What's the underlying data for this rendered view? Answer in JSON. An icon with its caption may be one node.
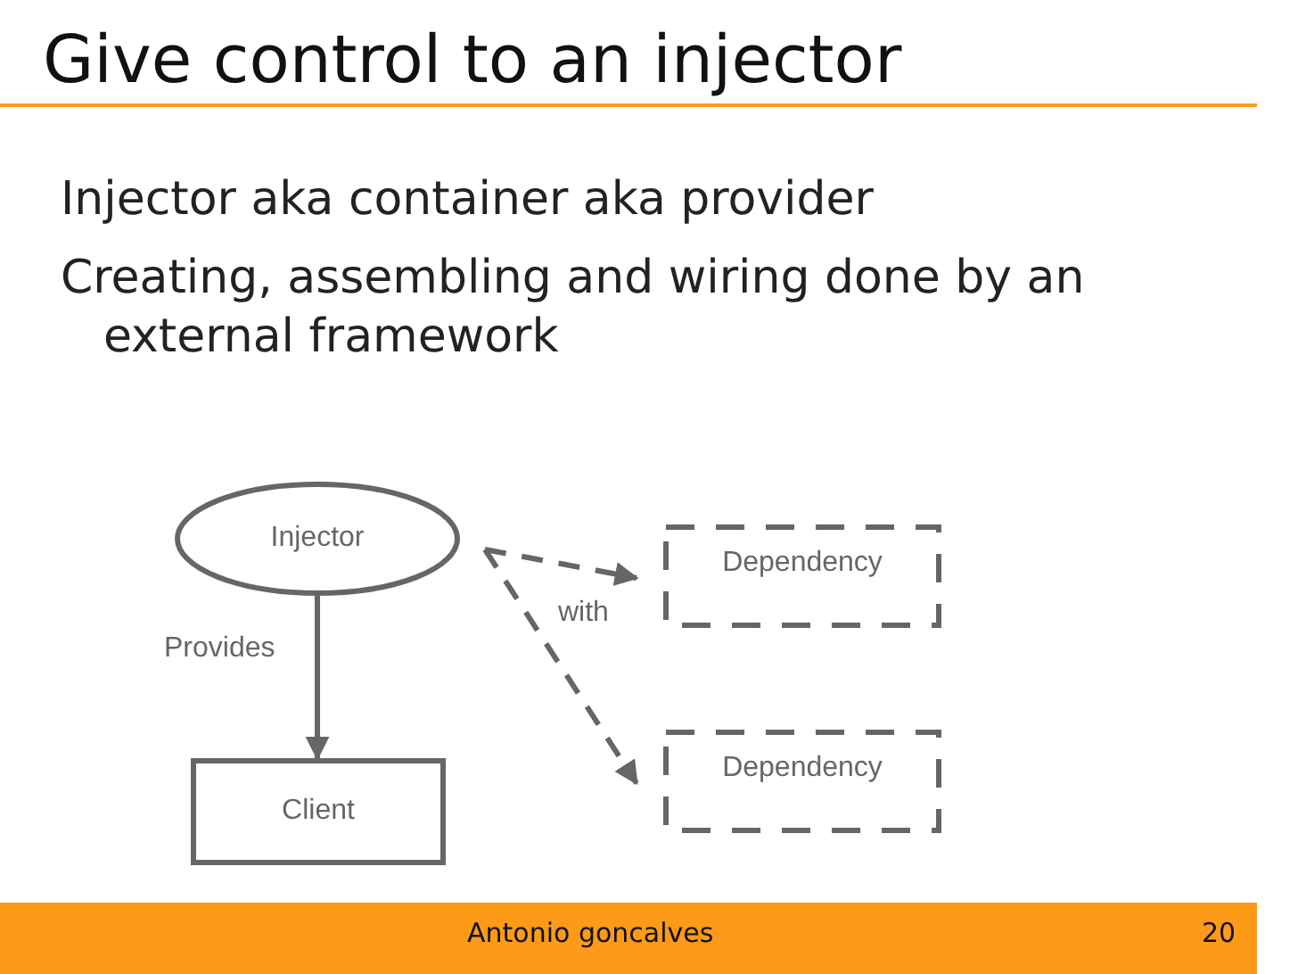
{
  "diagram": {
    "title": "Give control to an injector",
    "nodes": [
      {
        "text": [
          "Injector"
        ]
      },
      {
        "text": [
          "Client"
        ]
      },
      {
        "text": [
          "Dependency"
        ]
      },
      {
        "text": [
          "Dependency"
        ]
      }
    ],
    "edges": [
      {
        "from": 0,
        "to": 1,
        "arrow": "to",
        "label": "Provides"
      },
      {
        "from": 0,
        "to": 2,
        "arrow": "to",
        "style": "dashed",
        "label": "with"
      },
      {
        "from": 0,
        "to": 3,
        "arrow": "to",
        "style": "dashed"
      }
    ],
    "labels": [
      "Injector aka container aka provider",
      "Creating, assembling and wiring done by an external framework",
      "Antonio goncalves",
      "20"
    ]
  }
}
